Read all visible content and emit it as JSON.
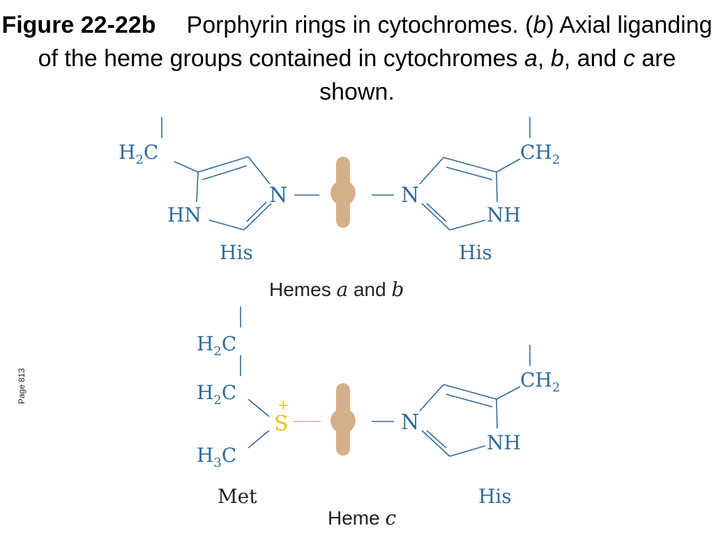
{
  "caption": {
    "figure_label": "Figure 22-22b",
    "text_1": "Porphyrin rings in cytochromes. (",
    "b_letter": "b",
    "text_2": ") Axial liganding of the heme groups contained in cytochromes ",
    "cyt_a": "a",
    "comma": ", ",
    "cyt_b": "b",
    "and_text": ", and ",
    "cyt_c": "c",
    "text_3": " are shown."
  },
  "page_number": "Page 813",
  "hemes_ab": {
    "left": {
      "ch2": "H",
      "ch2_sub": "2",
      "ch2_c": "C",
      "n": "N",
      "nh": "HN",
      "residue": "His"
    },
    "right": {
      "ch2_c": "CH",
      "ch2_sub": "2",
      "n": "N",
      "nh": "NH",
      "residue": "His"
    },
    "label_text": "Hemes ",
    "label_a": "a",
    "label_and": " and ",
    "label_b": "b"
  },
  "heme_c": {
    "met": {
      "h2c1_h": "H",
      "h2c1_sub": "2",
      "h2c1_c": "C",
      "h2c2_h": "H",
      "h2c2_sub": "2",
      "h2c2_c": "C",
      "h3c_h": "H",
      "h3c_sub": "3",
      "h3c_c": "C",
      "s": "S",
      "charge": "+",
      "residue": "Met"
    },
    "his": {
      "ch2_c": "CH",
      "ch2_sub": "2",
      "n": "N",
      "nh": "NH",
      "residue": "His"
    },
    "label_text": "Heme ",
    "label_c": "c"
  },
  "colors": {
    "chem_blue": "#2e6b9c",
    "iron": "#d4b08a",
    "sulfur": "#e3c21a"
  }
}
